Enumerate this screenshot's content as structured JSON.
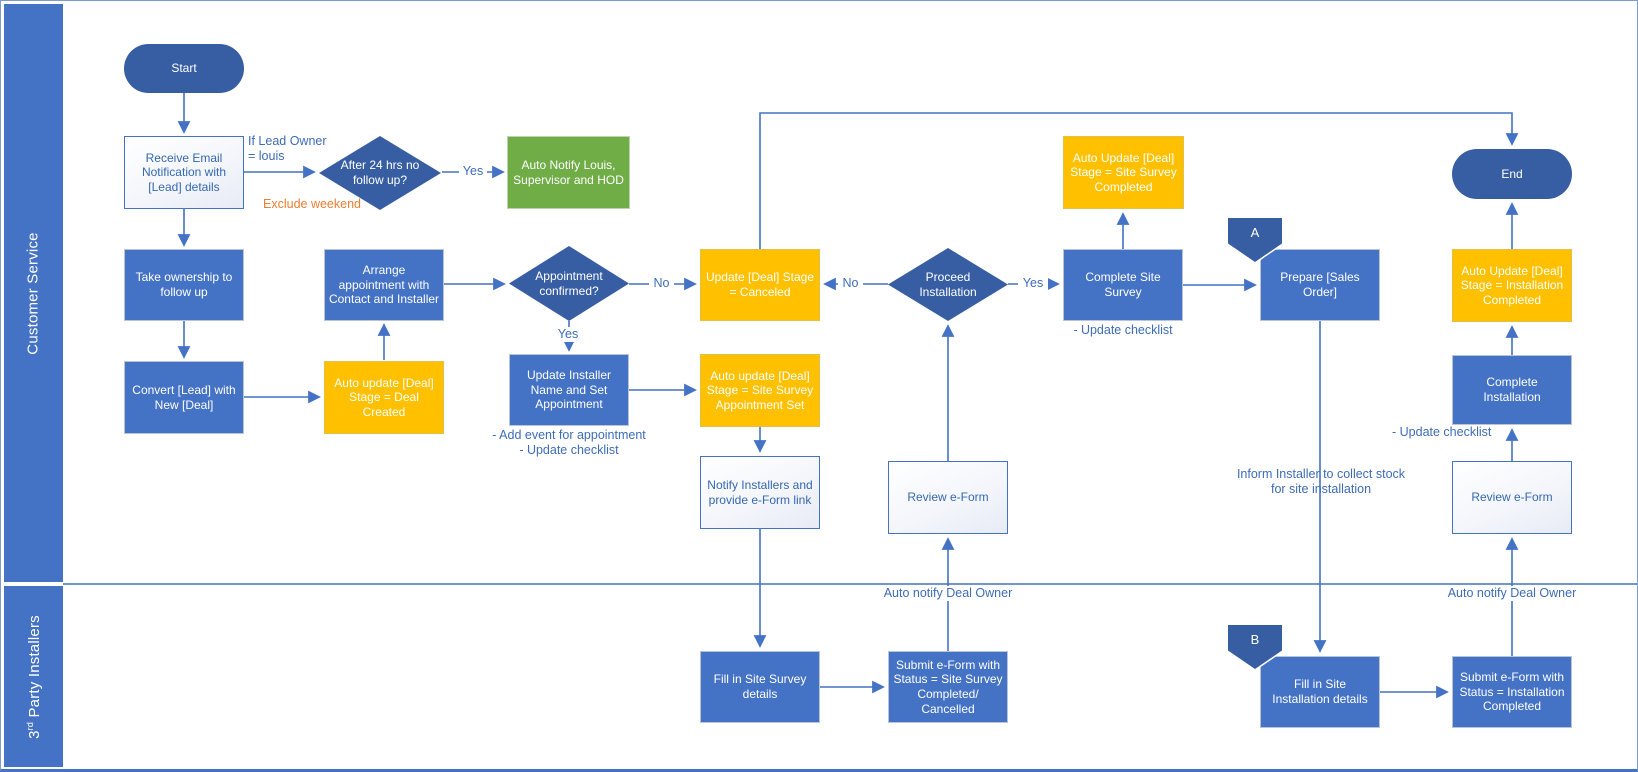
{
  "title": "Lead to Installation Process Flowchart",
  "colors": {
    "process": "#4472C4",
    "decision": "#375DA3",
    "terminator": "#375DA3",
    "auto_step": "#FFC000",
    "notify": "#70AD47",
    "document_border": "#4472C4",
    "connector": "#4472C4",
    "label_text": "#3E6CB8",
    "warning_text": "#ED7D31",
    "lane_bar": "#4472C4"
  },
  "lanes": [
    {
      "label": "Customer Service"
    },
    {
      "pre": "3",
      "sup": "rd",
      "post": " Party Installers"
    }
  ],
  "nodes": [
    {
      "id": "start",
      "kind": "terminator",
      "text": "Start"
    },
    {
      "id": "receive_email",
      "kind": "document",
      "text": "Receive Email Notification with [Lead] details"
    },
    {
      "id": "after_24hrs",
      "kind": "decision",
      "text": "After 24 hrs no follow up?"
    },
    {
      "id": "auto_notify_louis",
      "kind": "notify",
      "text": "Auto Notify Louis, Supervisor and HOD"
    },
    {
      "id": "take_ownership",
      "kind": "process",
      "text": "Take ownership to follow up"
    },
    {
      "id": "arrange_appointment",
      "kind": "process",
      "text": "Arrange appointment with Contact and Installer"
    },
    {
      "id": "convert_lead",
      "kind": "process",
      "text": "Convert [Lead] with New [Deal]"
    },
    {
      "id": "auto_deal_created",
      "kind": "auto",
      "text": "Auto update [Deal] Stage = Deal Created"
    },
    {
      "id": "appointment_confirmed",
      "kind": "decision",
      "text": "Appointment confirmed?"
    },
    {
      "id": "update_canceled",
      "kind": "auto",
      "text": "Update [Deal] Stage = Canceled"
    },
    {
      "id": "update_installer",
      "kind": "process",
      "text": "Update Installer Name and Set Appointment"
    },
    {
      "id": "auto_site_survey_appt",
      "kind": "auto",
      "text": "Auto update [Deal] Stage = Site Survey Appointment Set"
    },
    {
      "id": "notify_installers",
      "kind": "document",
      "text": "Notify Installers and provide e-Form link"
    },
    {
      "id": "proceed_installation",
      "kind": "decision",
      "text": "Proceed Installation"
    },
    {
      "id": "review_eform_left",
      "kind": "document",
      "text": "Review e-Form"
    },
    {
      "id": "complete_site_survey",
      "kind": "process",
      "text": "Complete Site Survey"
    },
    {
      "id": "auto_site_survey_completed",
      "kind": "auto",
      "text": "Auto Update [Deal] Stage = Site Survey Completed"
    },
    {
      "id": "offpage_a",
      "kind": "offpage",
      "text": "A"
    },
    {
      "id": "prepare_sales_order",
      "kind": "process",
      "text": "Prepare [Sales Order]"
    },
    {
      "id": "end",
      "kind": "terminator",
      "text": "End"
    },
    {
      "id": "auto_installation_completed",
      "kind": "auto",
      "text": "Auto Update [Deal] Stage = Installation Completed"
    },
    {
      "id": "complete_installation",
      "kind": "process",
      "text": "Complete Installation"
    },
    {
      "id": "review_eform_right",
      "kind": "document",
      "text": "Review e-Form"
    },
    {
      "id": "fill_site_survey",
      "kind": "process",
      "text": "Fill in Site Survey details"
    },
    {
      "id": "submit_eform_site_survey",
      "kind": "process",
      "text": "Submit e-Form with Status = Site Survey Completed/ Cancelled"
    },
    {
      "id": "offpage_b",
      "kind": "offpage",
      "text": "B"
    },
    {
      "id": "fill_site_installation",
      "kind": "process",
      "text": "Fill in Site Installation details"
    },
    {
      "id": "submit_eform_installation",
      "kind": "process",
      "text": "Submit e-Form with Status = Installation Completed"
    }
  ],
  "labels": [
    {
      "id": "if_lead_owner",
      "text": "If Lead Owner\n= louis"
    },
    {
      "id": "exclude_weekend",
      "text": "Exclude weekend"
    },
    {
      "id": "yes_after_24hrs",
      "text": "Yes"
    },
    {
      "id": "no_appointment",
      "text": "No"
    },
    {
      "id": "yes_appointment",
      "text": "Yes"
    },
    {
      "id": "no_proceed",
      "text": "No"
    },
    {
      "id": "yes_proceed",
      "text": "Yes"
    },
    {
      "id": "add_event_note",
      "text": "- Add event for appointment\n- Update checklist"
    },
    {
      "id": "update_checklist_survey",
      "text": "- Update checklist"
    },
    {
      "id": "inform_installer_note",
      "text": "Inform Installer to collect stock\nfor site installation"
    },
    {
      "id": "update_checklist_install",
      "text": "- Update checklist"
    },
    {
      "id": "auto_notify_owner_left",
      "text": "Auto notify Deal Owner"
    },
    {
      "id": "auto_notify_owner_right",
      "text": "Auto notify Deal Owner"
    }
  ]
}
